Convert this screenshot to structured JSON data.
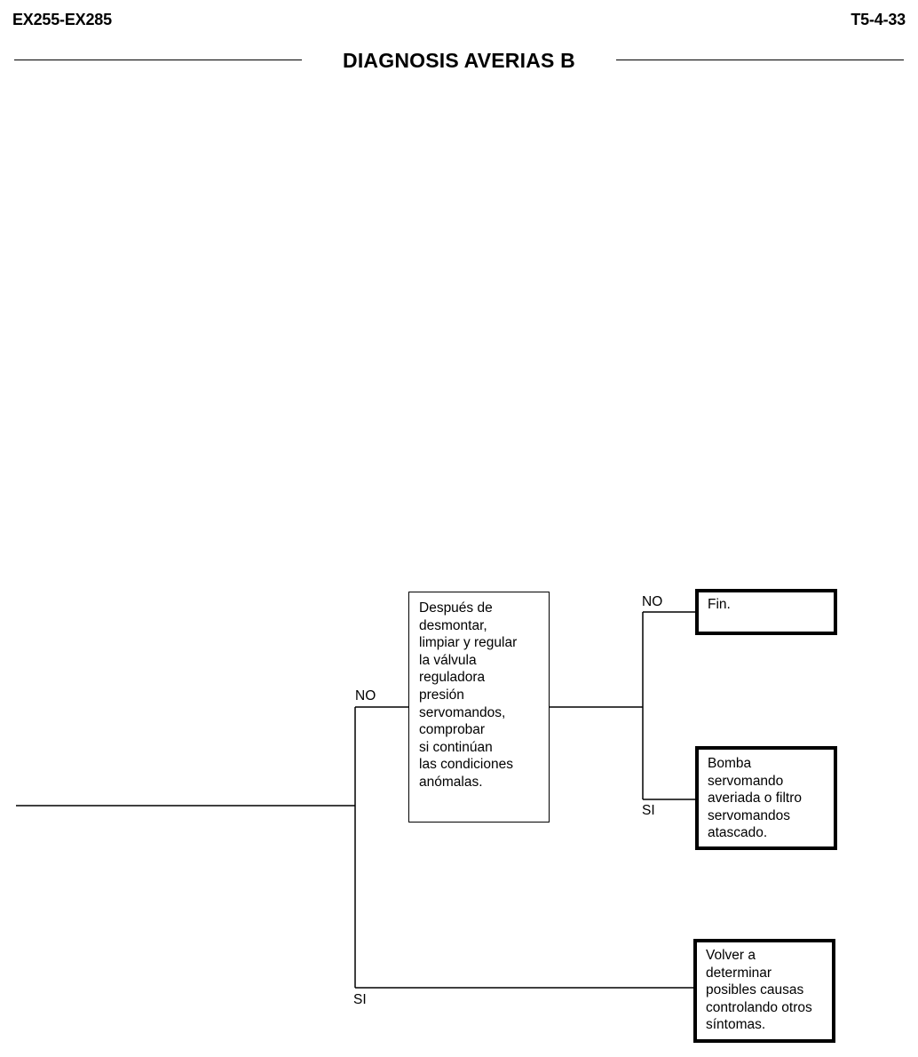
{
  "header": {
    "doc_id": "EX255-EX285",
    "page_number": "T5-4-33",
    "title": "DIAGNOSIS AVERIAS B"
  },
  "flowchart": {
    "check_box": {
      "text": "Después de\ndesmontar,\nlimpiar y regular\nla válvula\nreguladora\npresión\nservomandos,\ncomprobar\nsi continúan\nlas condiciones\nanómalas."
    },
    "result_end": {
      "text": "Fin."
    },
    "result_pump": {
      "text": "Bomba\nservomando\naveriada o filtro\nservomandos\natascado."
    },
    "result_redetermine": {
      "text": "Volver a\ndeterminar\nposibles causas\ncontrolando otros\nsíntomas."
    },
    "labels": {
      "main_no": "NO",
      "main_si": "SI",
      "check_no": "NO",
      "check_si": "SI"
    }
  }
}
